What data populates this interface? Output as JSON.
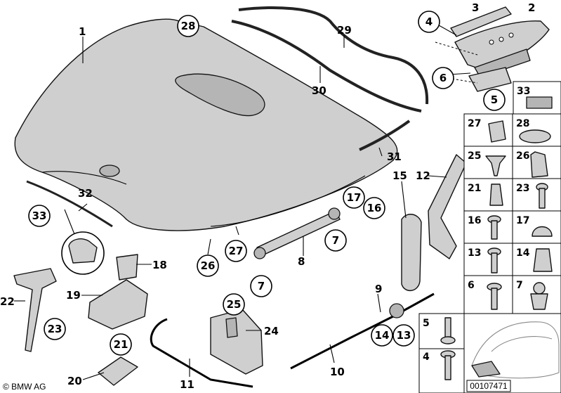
{
  "diagram": {
    "labels": {
      "c28_top": "28",
      "c4": "4",
      "c6": "6",
      "c5": "5",
      "c33": "33",
      "c17_a": "17",
      "c16_a": "16",
      "c7_a": "7",
      "c7_b": "7",
      "c27": "27",
      "c26": "26",
      "c25": "25",
      "c21": "21",
      "c23": "23",
      "c14": "14",
      "c13": "13",
      "t1": "1",
      "t29": "29",
      "t30": "30",
      "t3": "3",
      "t2": "2",
      "t31": "31",
      "t15": "15",
      "t12": "12",
      "t32": "32",
      "t8": "8",
      "t18": "18",
      "t19": "19",
      "t22": "22",
      "t9": "9",
      "t24": "24",
      "t10": "10",
      "t11": "11",
      "t20": "20"
    },
    "grid": {
      "g33": "33",
      "g27": "27",
      "g28": "28",
      "g25": "25",
      "g26": "26",
      "g21": "21",
      "g23": "23",
      "g16": "16",
      "g17": "17",
      "g13": "13",
      "g14": "14",
      "g6": "6",
      "g7": "7",
      "g5": "5",
      "g4": "4"
    },
    "footer": {
      "copyright": "© BMW AG",
      "doc_number": "00107471"
    }
  }
}
